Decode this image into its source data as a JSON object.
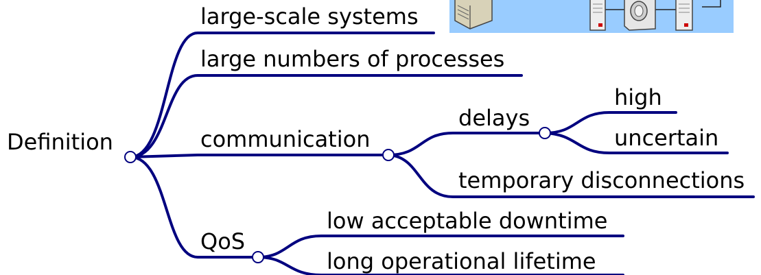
{
  "mindmap": {
    "root": "Definition",
    "branches": [
      {
        "label": "large-scale systems"
      },
      {
        "label": "large numbers of processes"
      },
      {
        "label": "communication",
        "children": [
          {
            "label": "delays",
            "children": [
              {
                "label": "high"
              },
              {
                "label": "uncertain"
              }
            ]
          },
          {
            "label": "temporary disconnections"
          }
        ]
      },
      {
        "label": "QoS",
        "children": [
          {
            "label": "low acceptable downtime"
          },
          {
            "label": "long operational lifetime"
          }
        ]
      }
    ]
  },
  "style": {
    "link_color": "#00007f",
    "node_fill": "#ffffff",
    "illustration_background": "#99ccff"
  }
}
